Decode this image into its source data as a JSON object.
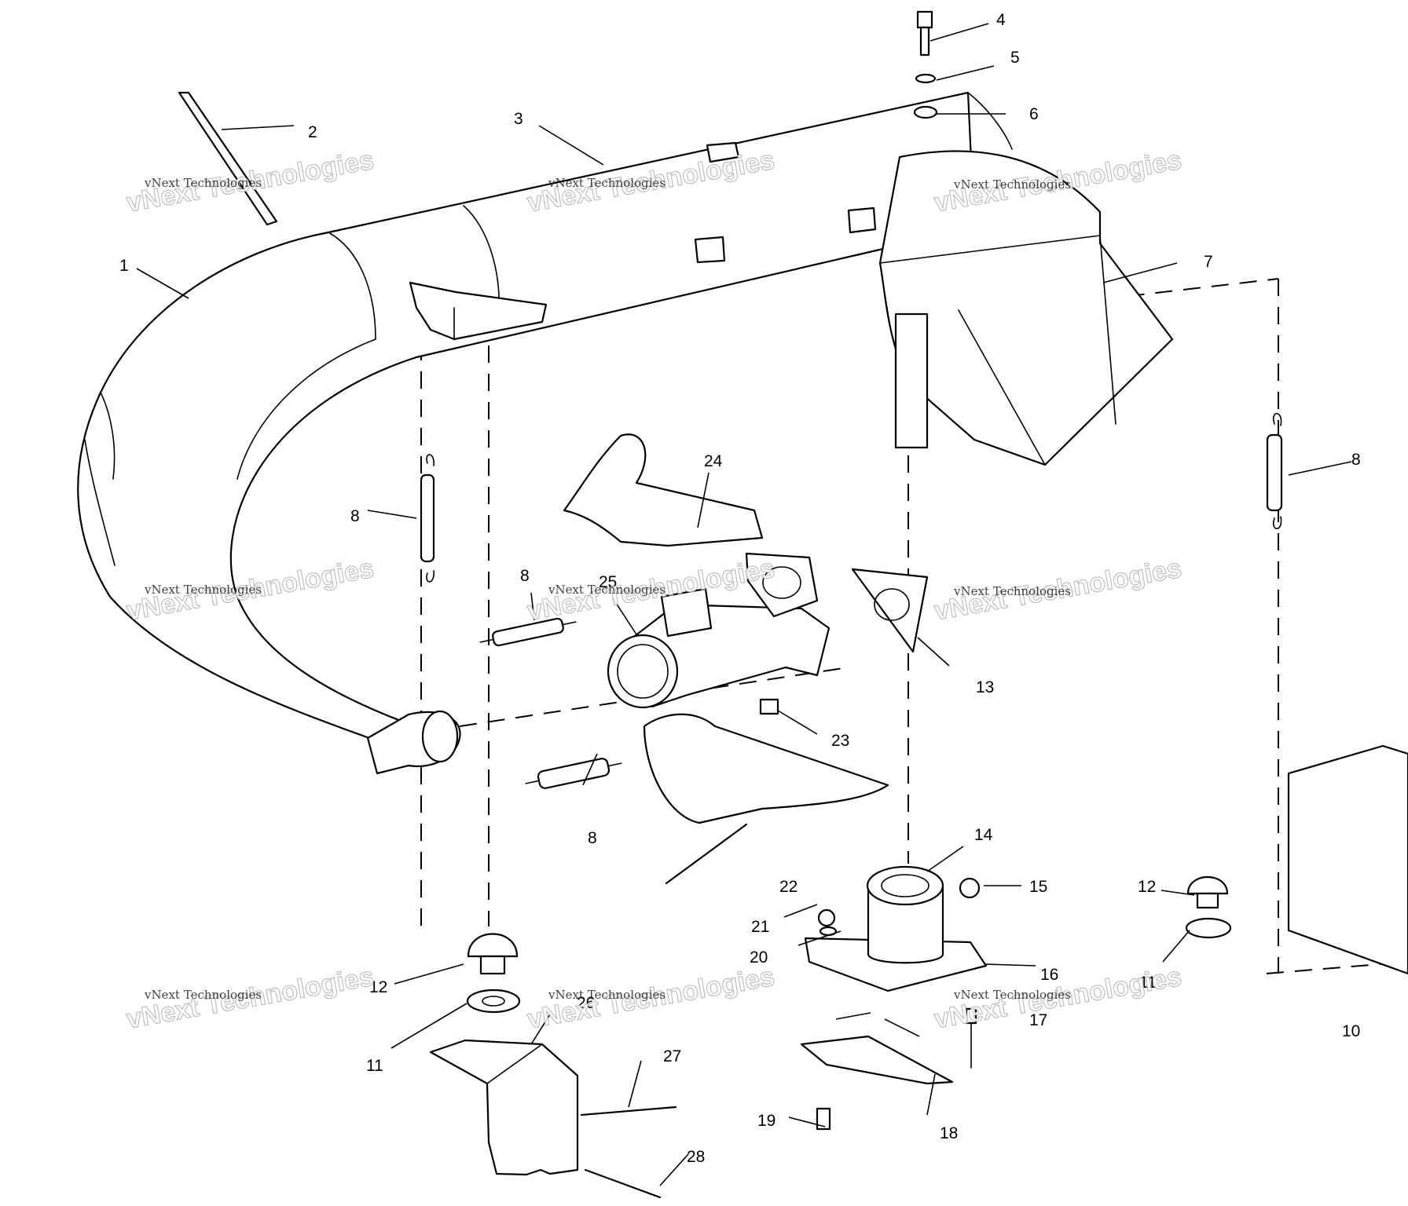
{
  "callouts": [
    "1",
    "2",
    "3",
    "4",
    "5",
    "6",
    "7",
    "8",
    "8",
    "8",
    "8",
    "10",
    "11",
    "11",
    "12",
    "12",
    "13",
    "14",
    "15",
    "16",
    "17",
    "18",
    "19",
    "20",
    "21",
    "22",
    "23",
    "24",
    "25",
    "26",
    "27",
    "28"
  ],
  "watermark": {
    "small": "vNext Technologies",
    "large": "vNext Technologies"
  },
  "colors": {
    "line": "#000000",
    "background": "#ffffff",
    "watermark": "#b9b9b9"
  }
}
